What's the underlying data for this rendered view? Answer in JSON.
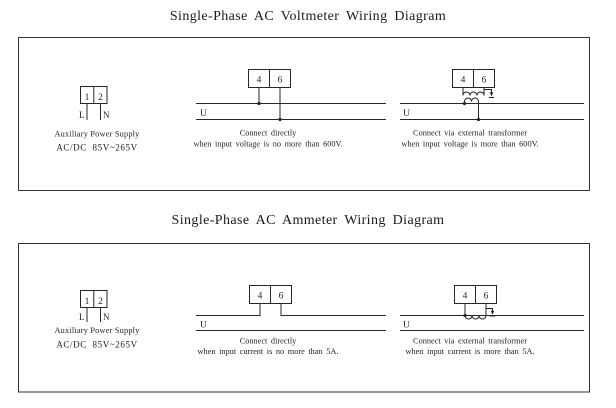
{
  "colors": {
    "ink": "#1f1f1f",
    "background": "#ffffff"
  },
  "voltmeter": {
    "title": "Single-Phase AC Voltmeter Wiring Diagram",
    "aux_panel": {
      "terminal_1": "1",
      "terminal_2": "2",
      "live_label": "L",
      "neutral_label": "N",
      "caption": "Auxiliary Power Supply",
      "rating": "AC/DC  85V~265V"
    },
    "direct_panel": {
      "terminal_4": "4",
      "terminal_6": "6",
      "bus_label": "U",
      "caption_line_1": "Connect directly",
      "caption_line_2": "when input voltage is no more than 600V."
    },
    "transformer_panel": {
      "terminal_4": "4",
      "terminal_6": "6",
      "bus_label": "U",
      "caption_line_1": "Connect via external transformer",
      "caption_line_2": "when input voltage is more than 600V."
    }
  },
  "ammeter": {
    "title": "Single-Phase AC Ammeter Wiring Diagram",
    "aux_panel": {
      "terminal_1": "1",
      "terminal_2": "2",
      "live_label": "L",
      "neutral_label": "N",
      "caption": "Auxiliary Power Supply",
      "rating": "AC/DC  85V~265V"
    },
    "direct_panel": {
      "terminal_4": "4",
      "terminal_6": "6",
      "bus_label": "U",
      "caption_line_1": "Connect directly",
      "caption_line_2": "when input current is no more than 5A."
    },
    "transformer_panel": {
      "terminal_4": "4",
      "terminal_6": "6",
      "bus_label": "U",
      "caption_line_1": "Connect via external transformer",
      "caption_line_2": "when input current is more than 5A."
    }
  }
}
